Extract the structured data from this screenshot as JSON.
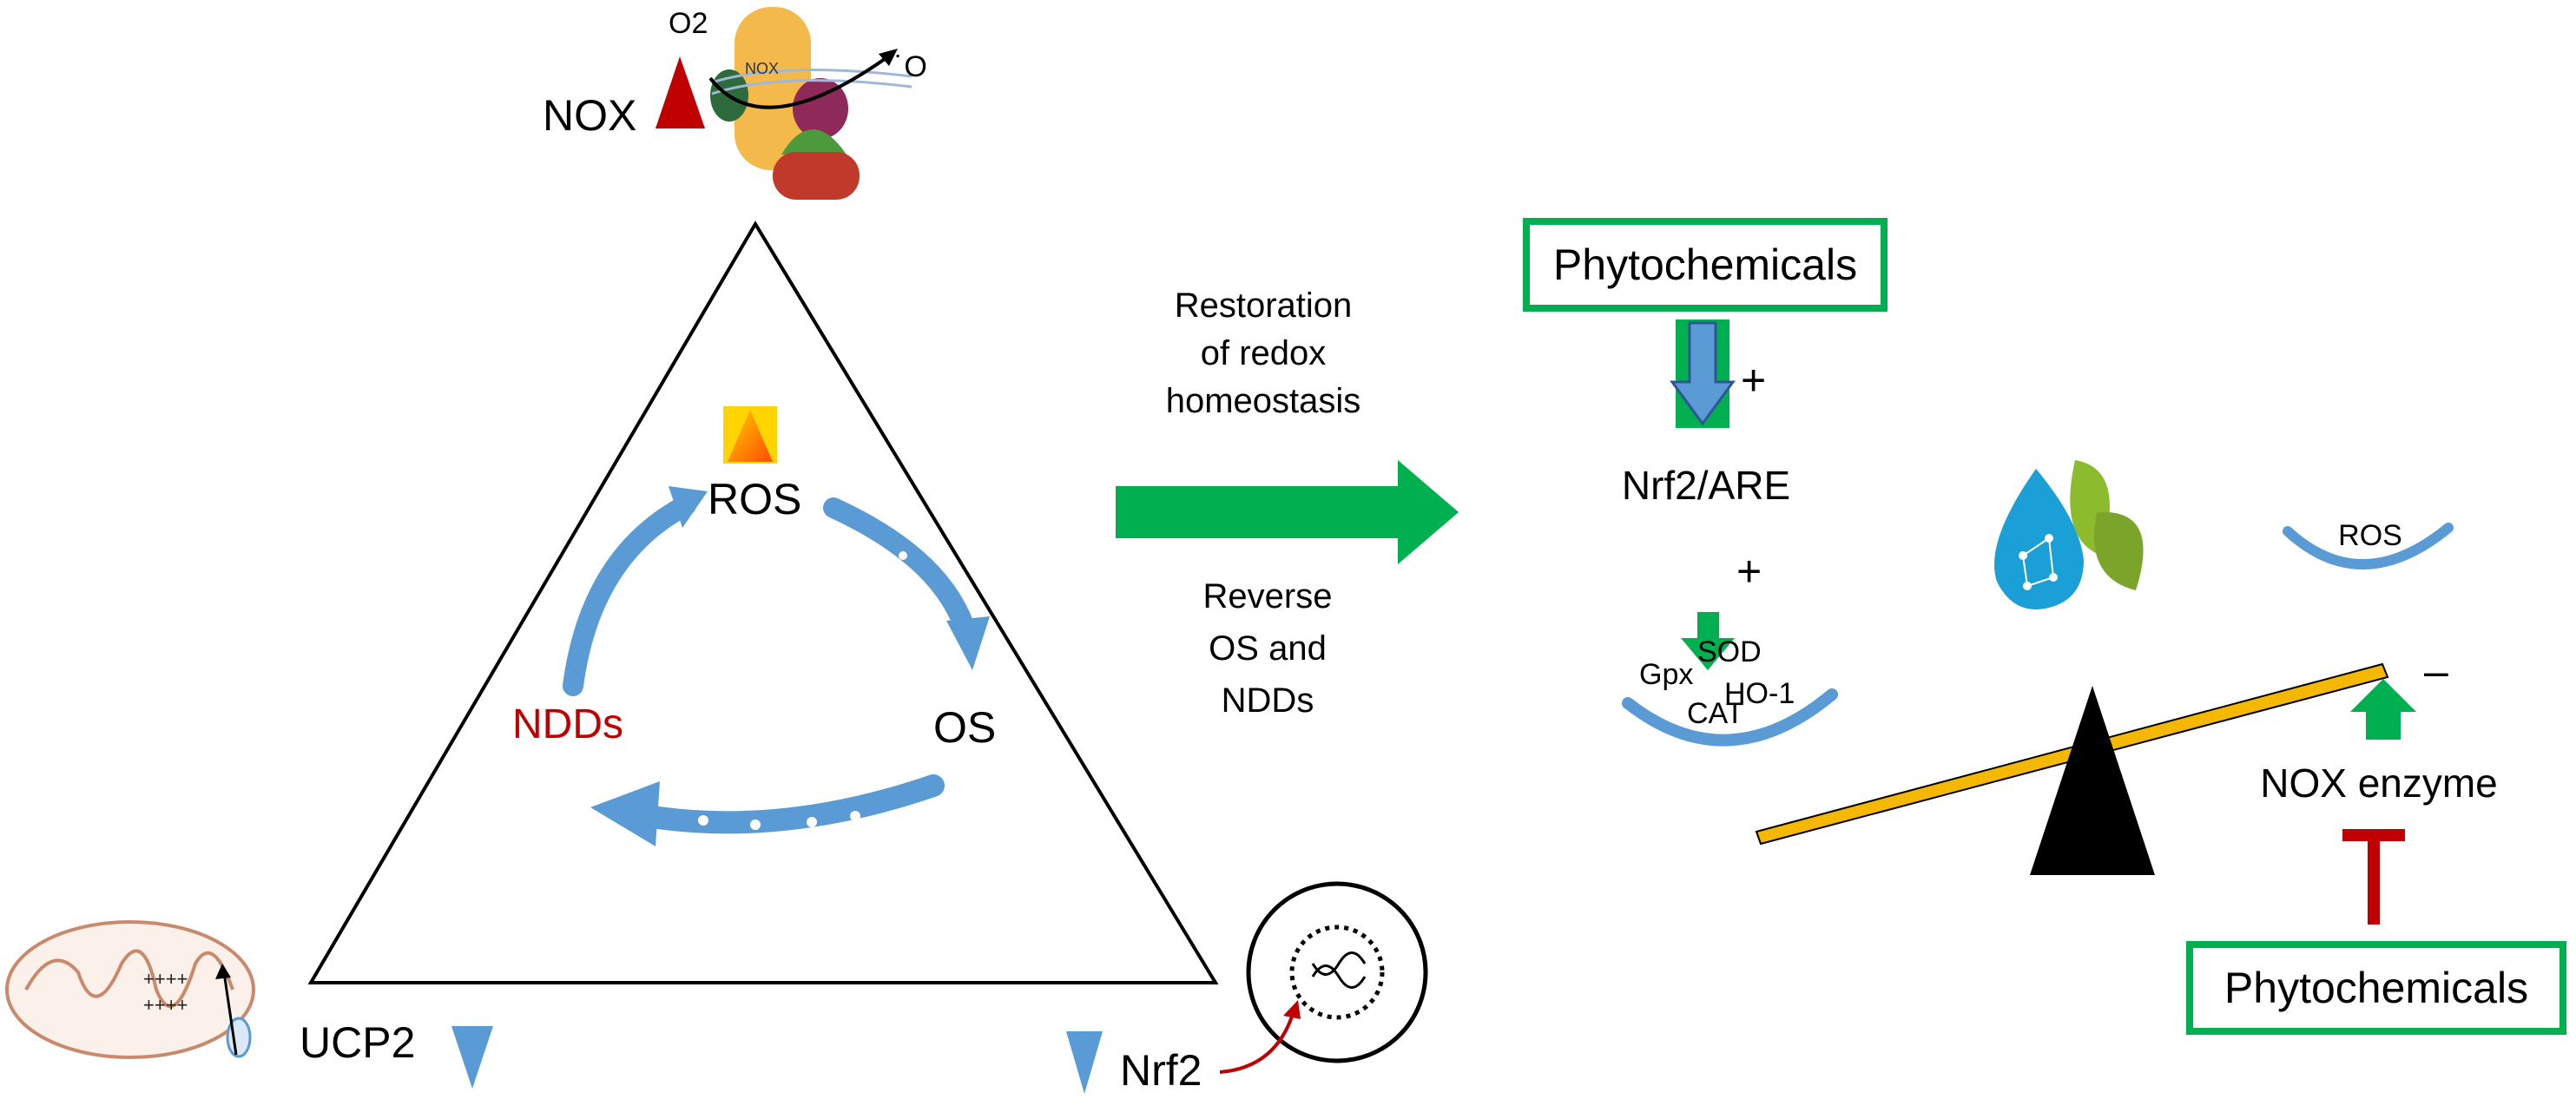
{
  "top": {
    "nox_label": "NOX",
    "o2_label": "O2",
    "radical_label": "˙O",
    "nox_icon_label": "NOX"
  },
  "cycle": {
    "ros": "ROS",
    "os": "OS",
    "ndds": "NDDs"
  },
  "corners": {
    "ucp2": "UCP2",
    "nrf2": "Nrf2",
    "plus_rows": [
      "++++",
      "++++"
    ]
  },
  "middle": {
    "restoration_lines": [
      "Restoration",
      "of  redox",
      "homeostasis"
    ],
    "reverse_lines": [
      "Reverse",
      "OS and",
      "NDDs"
    ]
  },
  "right": {
    "phytochemicals_top": "Phytochemicals",
    "plus_1": "+",
    "nrf2_are": "Nrf2/ARE",
    "plus_2": "+",
    "enzymes": {
      "sod": "SOD",
      "gpx": "Gpx",
      "ho1": "HO-1",
      "cat": "CAT"
    },
    "ros_pan": "ROS",
    "minus": "–",
    "nox_enzyme": "NOX enzyme",
    "phytochemicals_bottom": "Phytochemicals"
  },
  "colors": {
    "green": "#00b050",
    "blue": "#5b9bd5",
    "dark_red": "#c00000",
    "nox_red": "#c00000",
    "beam": "#f5b800",
    "fulcrum": "#000000"
  }
}
